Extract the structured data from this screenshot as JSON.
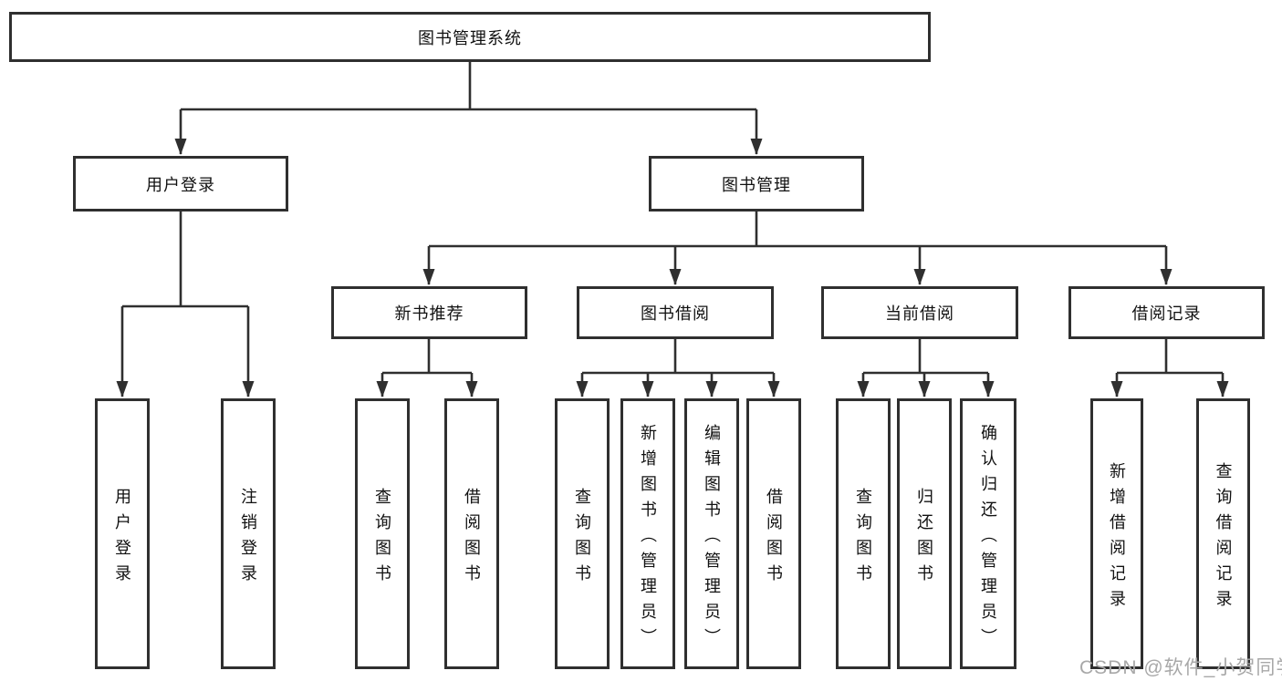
{
  "tree": {
    "root": {
      "label": "图书管理系统"
    },
    "branches": [
      {
        "label": "用户登录",
        "children": [
          {
            "label": "用户登录"
          },
          {
            "label": "注销登录"
          }
        ]
      },
      {
        "label": "图书管理",
        "children": [
          {
            "label": "新书推荐",
            "children": [
              {
                "label": "查询图书"
              },
              {
                "label": "借阅图书"
              }
            ]
          },
          {
            "label": "图书借阅",
            "children": [
              {
                "label": "查询图书"
              },
              {
                "label": "新增图书（管理员）"
              },
              {
                "label": "编辑图书（管理员）"
              },
              {
                "label": "借阅图书"
              }
            ]
          },
          {
            "label": "当前借阅",
            "children": [
              {
                "label": "查询图书"
              },
              {
                "label": "归还图书"
              },
              {
                "label": "确认归还（管理员）"
              }
            ]
          },
          {
            "label": "借阅记录",
            "children": [
              {
                "label": "新增借阅记录"
              },
              {
                "label": "查询借阅记录"
              }
            ]
          }
        ]
      }
    ]
  },
  "watermark": "CSDN @软件_小贺同学",
  "colors": {
    "line": "#2f2f2f",
    "box_border": "#2f2f2f",
    "box_fill": "#ffffff",
    "text": "#111111",
    "watermark": "#a8a8a8"
  }
}
